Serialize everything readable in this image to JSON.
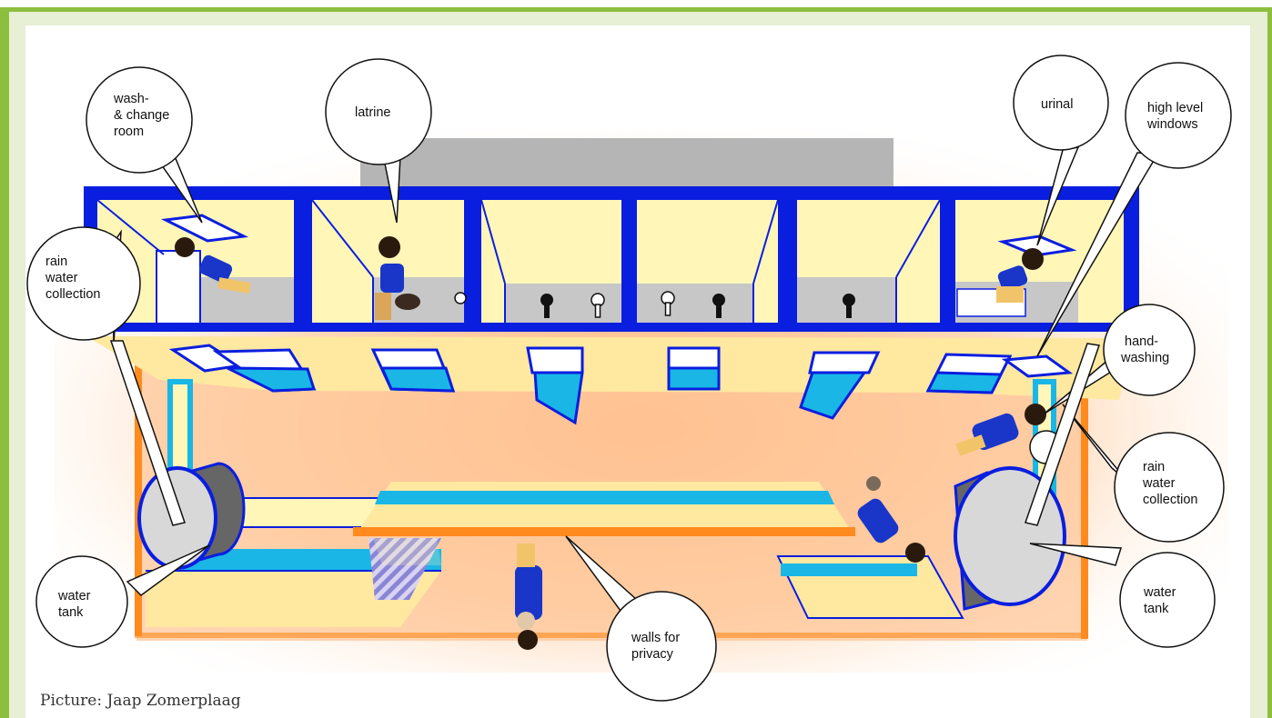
{
  "labels": {
    "wash_change_room": [
      "wash-",
      "& change",
      "room"
    ],
    "latrine": [
      "latrine"
    ],
    "urinal": [
      "urinal"
    ],
    "high_level_windows": [
      "high level",
      "windows"
    ],
    "hand_washing": [
      "hand-",
      "washing"
    ],
    "rain_water_left": [
      "rain",
      "water",
      "collection"
    ],
    "rain_water_right": [
      "rain",
      "water",
      "collection"
    ],
    "water_tank_left": [
      "water",
      "tank"
    ],
    "water_tank_right": [
      "water",
      "tank"
    ],
    "walls_for_privacy": [
      "walls for",
      "privacy"
    ]
  },
  "caption": "Picture: Jaap Zomerplaag",
  "colors": {
    "frame_green": "#8dbf3f",
    "frame_bg": "#e7efd4",
    "structure_blue": "#0a1ee0",
    "wall_yellow": "#fff6b8",
    "floor_orange": "#ffc79a",
    "accent_cyan": "#1ab6e6",
    "roof_grey": "#b5b5b5"
  }
}
